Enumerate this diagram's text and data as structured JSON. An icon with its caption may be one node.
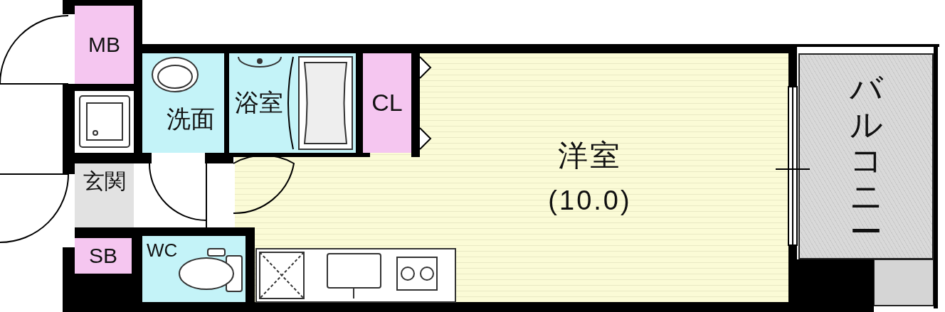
{
  "diagram": {
    "nodes": [
      {
        "text": [
          "MB"
        ]
      },
      {
        "text": [
          "洗面"
        ]
      },
      {
        "text": [
          "浴室"
        ]
      },
      {
        "text": [
          "CL"
        ]
      },
      {
        "text": [
          "洋室",
          "(10.0)"
        ]
      },
      {
        "text": [
          "バルコニー"
        ]
      },
      {
        "text": [
          "玄関"
        ]
      },
      {
        "text": [
          "SB"
        ]
      },
      {
        "text": [
          "WC"
        ]
      }
    ]
  }
}
